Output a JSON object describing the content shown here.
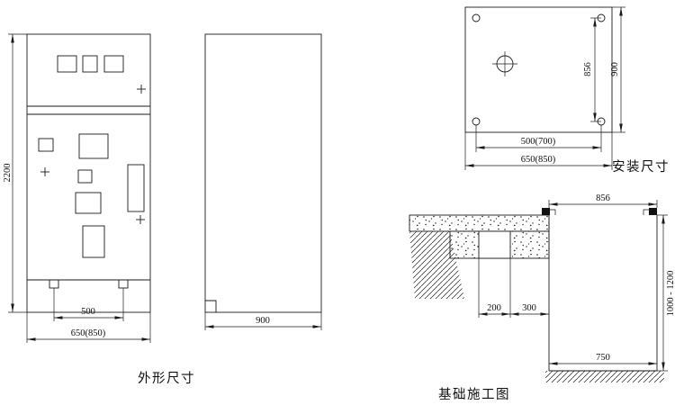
{
  "page": {
    "background": "#ffffff",
    "ink": "#1a1a1a"
  },
  "front_view": {
    "label": "外形尺寸",
    "dim_height": "2200",
    "dim_foot_spacing": "500",
    "dim_width": "650(850)"
  },
  "side_view": {
    "dim_depth": "900"
  },
  "install_view": {
    "label": "安装尺寸",
    "dim_hole_depth_spacing": "856",
    "dim_depth": "900",
    "dim_hole_width_spacing": "500(700)",
    "dim_width": "650(850)"
  },
  "foundation_view": {
    "label": "基础施工图",
    "dim_trench_top_width": "856",
    "dim_step_small": "200",
    "dim_step_large": "300",
    "dim_trench_bottom_width": "750",
    "dim_trench_depth": "1000 - 1200"
  }
}
